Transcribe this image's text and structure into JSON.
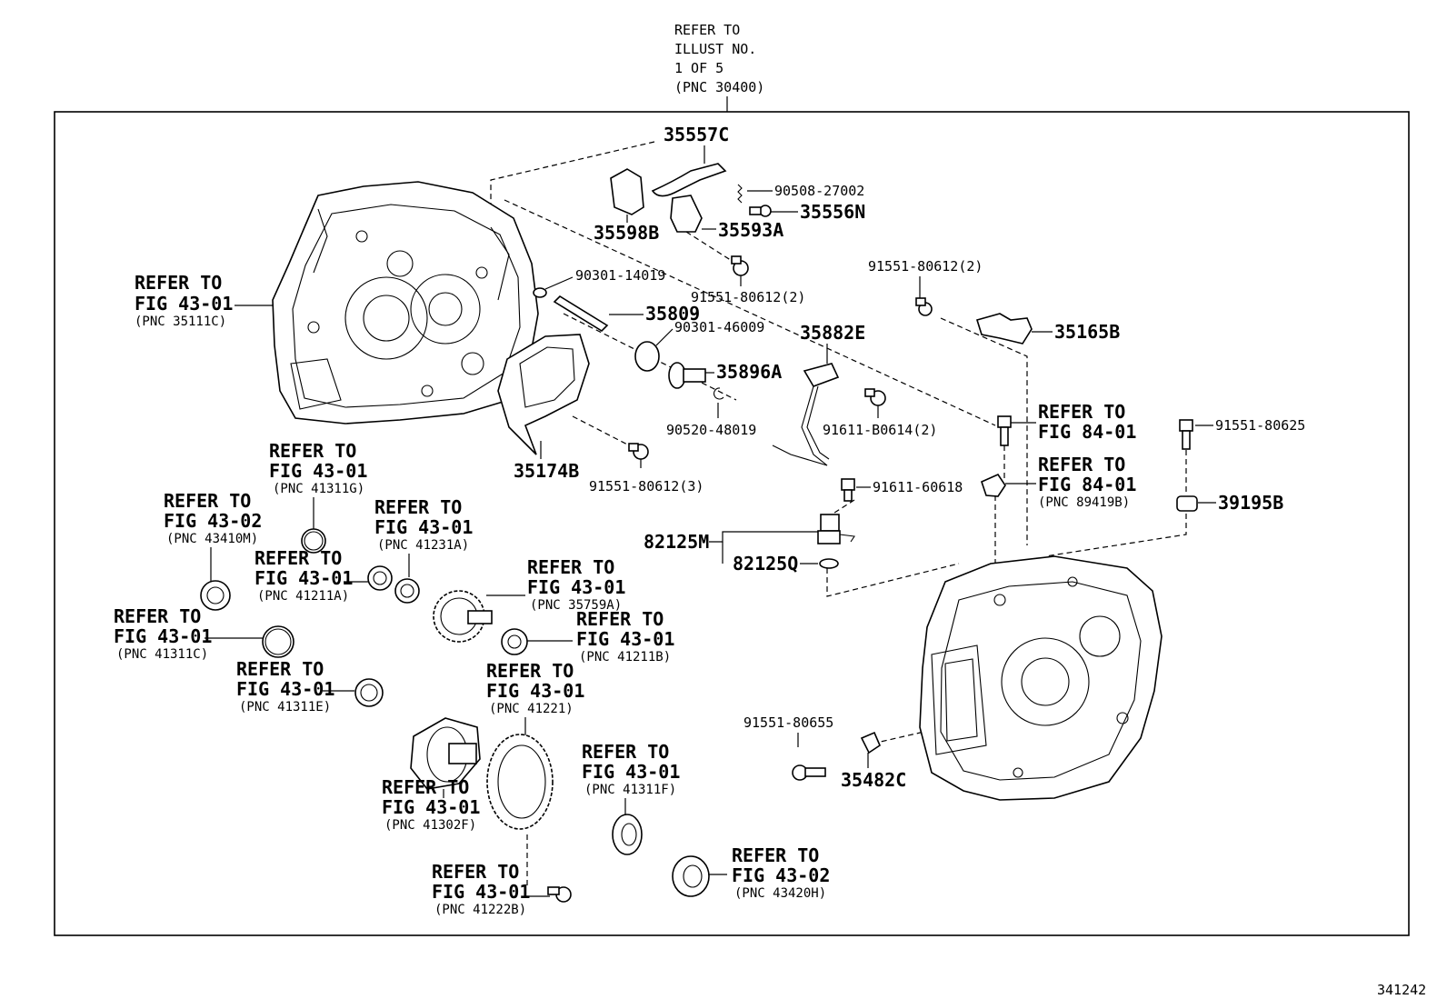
{
  "header_note": [
    "REFER TO",
    "ILLUST NO.",
    "1 OF 5",
    "(PNC 30400)"
  ],
  "parts": {
    "p35557C": "35557C",
    "p90508_27002": "90508-27002",
    "p35556N": "35556N",
    "p35598B": "35598B",
    "p35593A": "35593A",
    "p91551_80612_2a": "91551-80612(2)",
    "p91551_80612_2b": "91551-80612(2)",
    "p90301_14019": "90301-14019",
    "p35809": "35809",
    "p90301_46009": "90301-46009",
    "p35882E": "35882E",
    "p35165B": "35165B",
    "p35896A": "35896A",
    "p91611_B0614": "91611-B0614(2)",
    "p90520_48019": "90520-48019",
    "p35174B": "35174B",
    "p91551_80612_3": "91551-80612(3)",
    "p91611_60618": "91611-60618",
    "p91551_80625": "91551-80625",
    "p39195B": "39195B",
    "p82125M": "82125M",
    "p82125Q": "82125Q",
    "p91551_80655": "91551-80655",
    "p35482C": "35482C"
  },
  "refs": {
    "case_top": [
      "REFER TO",
      "FIG 43-01",
      "(PNC 35111C)"
    ],
    "fig84_a": [
      "REFER TO",
      "FIG 84-01"
    ],
    "fig84_b": [
      "REFER TO",
      "FIG 84-01",
      "(PNC 89419B)"
    ],
    "r41311G": [
      "REFER TO",
      "FIG 43-01",
      "(PNC 41311G)"
    ],
    "r43410M": [
      "REFER TO",
      "FIG 43-02",
      "(PNC 43410M)"
    ],
    "r41231A": [
      "REFER TO",
      "FIG 43-01",
      "(PNC 41231A)"
    ],
    "r41211A": [
      "REFER TO",
      "FIG 43-01",
      "(PNC 41211A)"
    ],
    "r35759A": [
      "REFER TO",
      "FIG 43-01",
      "(PNC 35759A)"
    ],
    "r41311C": [
      "REFER TO",
      "FIG 43-01",
      "(PNC 41311C)"
    ],
    "r41211B": [
      "REFER TO",
      "FIG 43-01",
      "(PNC 41211B)"
    ],
    "r41311E": [
      "REFER TO",
      "FIG 43-01",
      "(PNC 41311E)"
    ],
    "r41221": [
      "REFER TO",
      "FIG 43-01",
      "(PNC 41221)"
    ],
    "r41311F": [
      "REFER TO",
      "FIG 43-01",
      "(PNC 41311F)"
    ],
    "r41302F": [
      "REFER TO",
      "FIG 43-01",
      "(PNC 41302F)"
    ],
    "r41222B": [
      "REFER TO",
      "FIG 43-01",
      "(PNC 41222B)"
    ],
    "r43420H": [
      "REFER TO",
      "FIG 43-02",
      "(PNC 43420H)"
    ]
  },
  "illustration_number": "341242"
}
